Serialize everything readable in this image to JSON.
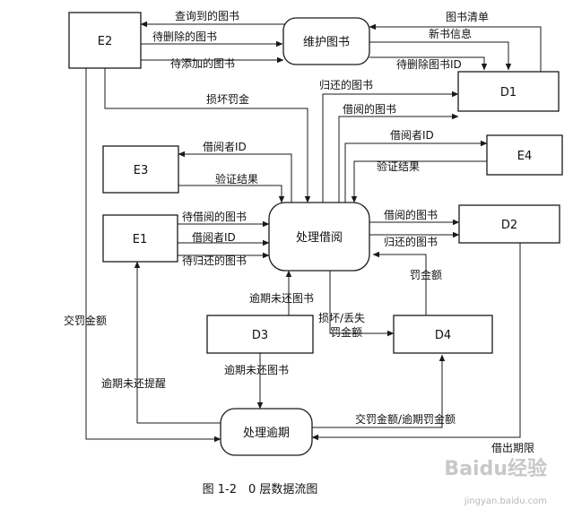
{
  "nodes": {
    "e2": "E2",
    "e3": "E3",
    "e1": "E1",
    "e4": "E4",
    "d1": "D1",
    "d2": "D2",
    "d3": "D3",
    "d4": "D4",
    "maintain": "维护图书",
    "borrow": "处理借阅",
    "overdue": "处理逾期"
  },
  "flows": {
    "query_books": "查询到的图书",
    "books_to_delete": "待删除的图书",
    "books_to_add": "待添加的图书",
    "book_list": "图书清单",
    "new_book_info": "新书信息",
    "delete_book_id": "待删除图书ID",
    "damage_fine": "损坏罚金",
    "returned_books_d1": "归还的图书",
    "borrowed_books_d1": "借阅的图书",
    "borrower_id_e3": "借阅者ID",
    "verify_result_e3": "验证结果",
    "borrower_id_e4": "借阅者ID",
    "verify_result_e4": "验证结果",
    "books_to_borrow": "待借阅的图书",
    "borrower_id_e1": "借阅者ID",
    "books_to_return": "待归还的图书",
    "borrowed_books_d2": "借阅的图书",
    "returned_books_d2": "归还的图书",
    "fine_amount": "罚金额",
    "overdue_unreturned_d3_borrow": "逾期未还图书",
    "damage_loss_line1": "损坏/丢失",
    "damage_loss_line2": "罚金额",
    "pay_fine": "交罚金额",
    "overdue_reminder": "逾期未还提醒",
    "overdue_unreturned_d3_overdue": "逾期未还图书",
    "paid_overdue_fine": "交罚金额/逾期罚金额",
    "due_date": "借出期限"
  },
  "caption": "图 1-2　0 层数据流图",
  "watermark": {
    "brand": "Baidu经验",
    "url": "jingyan.baidu.com"
  }
}
